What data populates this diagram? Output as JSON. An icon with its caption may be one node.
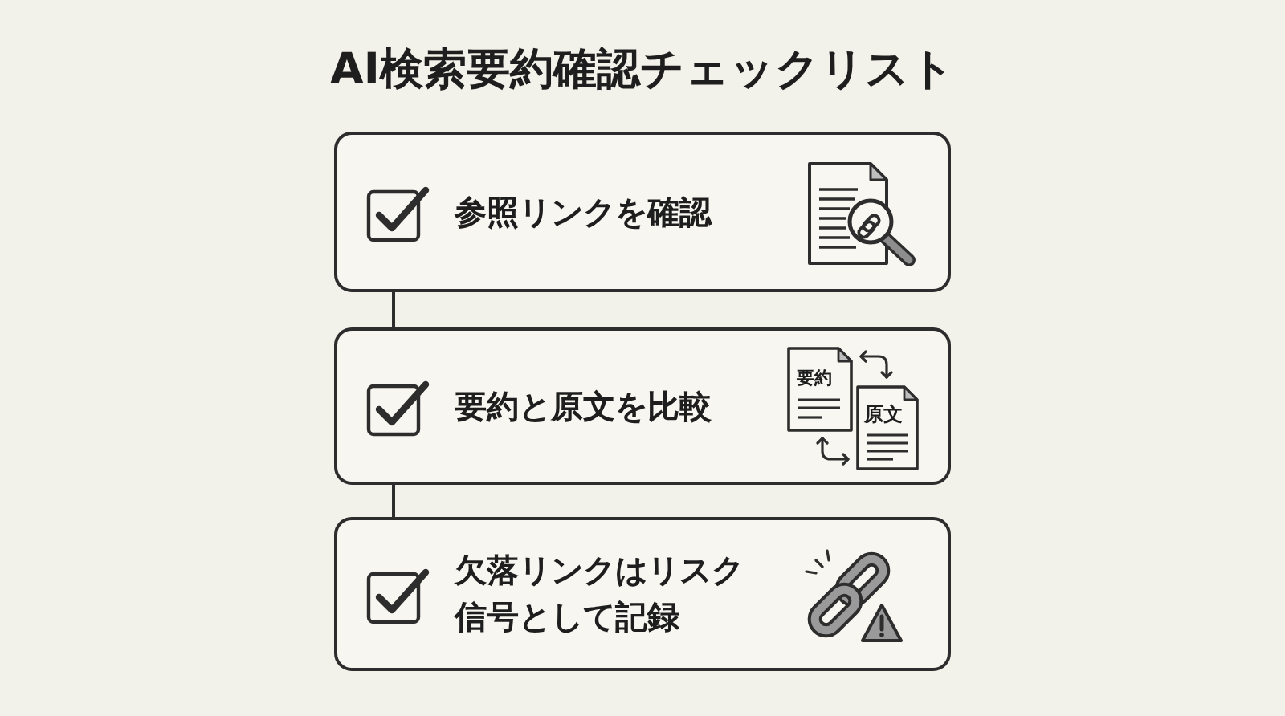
{
  "diagram": {
    "title": "AI検索要約確認チェックリスト",
    "nodes": [
      {
        "text": [
          "参照リンクを確認"
        ]
      },
      {
        "text": [
          "要約と原文を比較"
        ]
      },
      {
        "text": [
          "欠落リンクはリスク信号として記録"
        ]
      }
    ],
    "edges": [
      {
        "from": 0,
        "to": 1,
        "arrow": "none"
      },
      {
        "from": 1,
        "to": 2,
        "arrow": "none"
      }
    ],
    "labels": [
      "要約",
      "原文"
    ]
  }
}
